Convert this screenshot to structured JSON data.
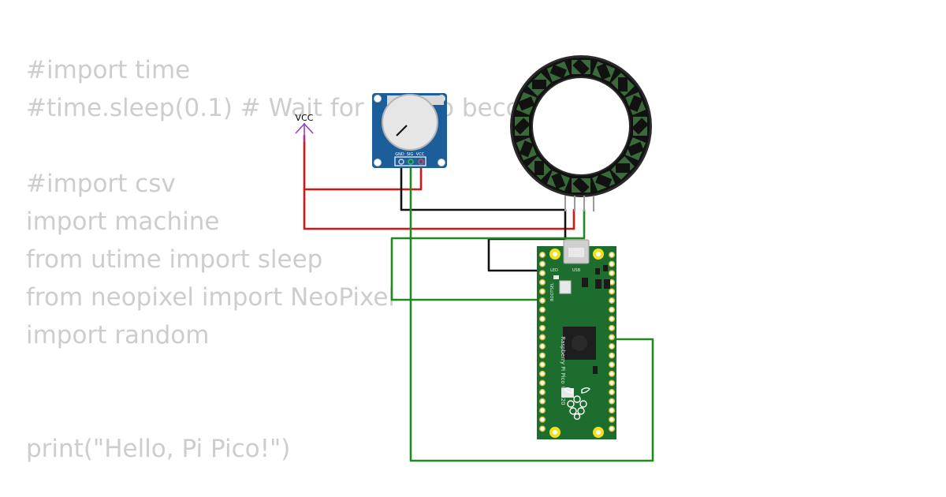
{
  "code_lines": [
    "#import time",
    "#time.sleep(0.1) # Wait for USB to become ready",
    "",
    "#import csv",
    "import machine",
    "from utime import sleep",
    "from neopixel import NeoPixel",
    "import random",
    "",
    "",
    "print(\"Hello, Pi Pico!\")"
  ],
  "diagram": {
    "vcc_label": "VCC",
    "pot_pins": [
      "GND",
      "SIG",
      "VCC"
    ],
    "pico_text": "Raspberry Pi Pico ©2020",
    "usb_label": "USB",
    "led_label": "LED",
    "bootsel_label": "BOOTSEL"
  },
  "colors": {
    "code_text": "#cdcdcd",
    "wire_red": "#d31717",
    "wire_black": "#111111",
    "wire_green": "#1f8a1f",
    "vcc_purple": "#9b3cc0",
    "pot_board": "#1c5e9a",
    "pico_board": "#1d6e2e",
    "ring_body": "#111111",
    "ring_led": "#3a6a3a"
  }
}
